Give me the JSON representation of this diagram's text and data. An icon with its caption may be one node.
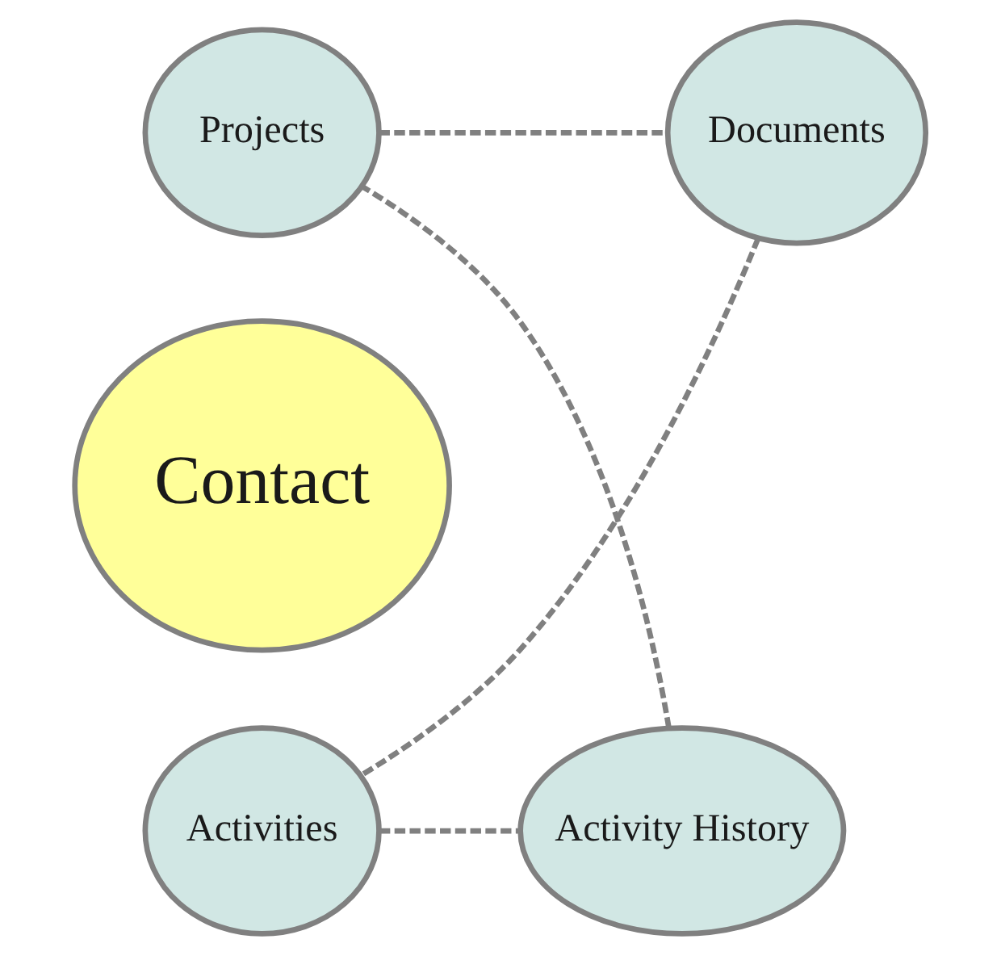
{
  "diagram": {
    "nodes": [
      {
        "text": [
          "Projects"
        ]
      },
      {
        "text": [
          "Documents"
        ]
      },
      {
        "text": [
          "Contact"
        ]
      },
      {
        "text": [
          "Activity History"
        ]
      },
      {
        "text": [
          "Activities"
        ]
      }
    ],
    "edges": [
      {
        "from": 0,
        "to": 1,
        "arrow": "none",
        "style": "dashed"
      },
      {
        "from": 1,
        "to": 4,
        "arrow": "none",
        "style": "dashed"
      },
      {
        "from": 4,
        "to": 3,
        "arrow": "none",
        "style": "dashed"
      },
      {
        "from": 3,
        "to": 0,
        "arrow": "none",
        "style": "dashed"
      }
    ]
  }
}
